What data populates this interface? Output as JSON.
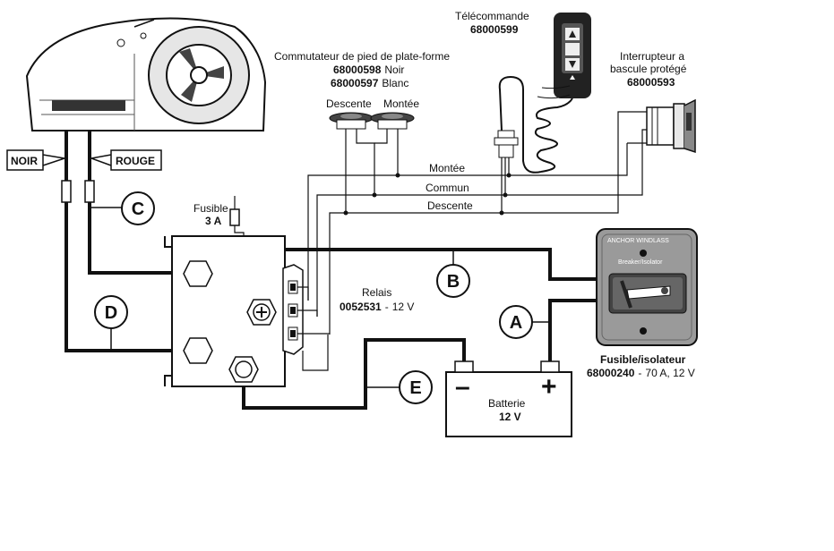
{
  "winch": {
    "noir": "NOIR",
    "rouge": "ROUGE"
  },
  "remote": {
    "title": "Télécommande",
    "part": "68000599"
  },
  "foot_switch": {
    "title": "Commutateur de pied de plate-forme",
    "part_black_num": "68000598",
    "part_black_txt": "Noir",
    "part_white_num": "68000597",
    "part_white_txt": "Blanc",
    "down": "Descente",
    "up": "Montée"
  },
  "rocker": {
    "line1": "Interrupteur a",
    "line2": "bascule protégé",
    "part": "68000593"
  },
  "buses": {
    "up": "Montée",
    "common": "Commun",
    "down": "Descente"
  },
  "fuse": {
    "label": "Fusible",
    "rating": "3 A"
  },
  "relay": {
    "label": "Relais",
    "part": "0052531",
    "voltage": "12 V"
  },
  "breaker": {
    "panel_title": "ANCHOR WINDLASS",
    "panel_sub": "Breaker/Isolator",
    "label": "Fusible/isolateur",
    "part": "68000240",
    "rating": "70 A, 12 V"
  },
  "battery": {
    "label": "Batterie",
    "voltage": "12 V",
    "minus": "–",
    "plus": "+"
  },
  "cables": {
    "a": "A",
    "b": "B",
    "c": "C",
    "d": "D",
    "e": "E"
  }
}
